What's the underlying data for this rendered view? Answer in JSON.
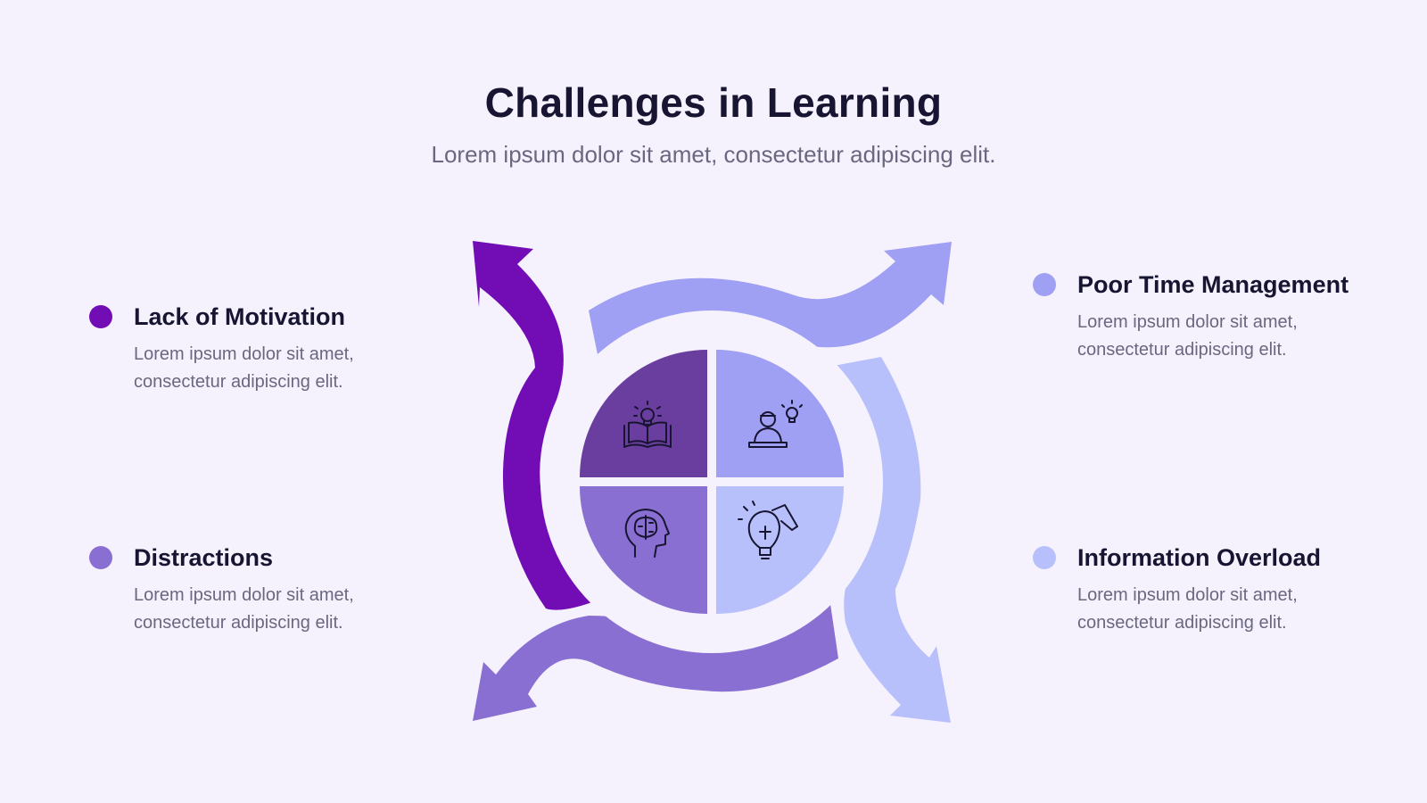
{
  "title": "Challenges in Learning",
  "subtitle": "Lorem ipsum dolor sit amet, consectetur adipiscing elit.",
  "colors": {
    "background": "#f5f2fd",
    "dark_purple": "#720cb5",
    "quadrant_dark": "#6a3e9e",
    "periwinkle": "#9f9ff3",
    "medium_purple": "#8a6fd2",
    "light_lavender": "#b8c0fb",
    "text_dark": "#171531",
    "text_gray": "#6b6780"
  },
  "items": {
    "top_left": {
      "title": "Lack of Motivation",
      "text": "Lorem ipsum dolor sit amet, consectetur adipiscing elit.",
      "color": "#720cb5"
    },
    "bottom_left": {
      "title": "Distractions",
      "text": "Lorem ipsum dolor sit amet, consectetur adipiscing elit.",
      "color": "#8a6fd2"
    },
    "top_right": {
      "title": "Poor Time Management",
      "text": "Lorem ipsum dolor sit amet, consectetur adipiscing elit.",
      "color": "#9f9ff3"
    },
    "bottom_right": {
      "title": "Information Overload",
      "text": "Lorem ipsum dolor sit amet, consectetur adipiscing elit.",
      "color": "#b8c0fb"
    }
  },
  "icons": {
    "top_left": "book-lightbulb-icon",
    "top_right": "student-idea-icon",
    "bottom_left": "head-brain-icon",
    "bottom_right": "lightbulb-puzzle-icon"
  }
}
